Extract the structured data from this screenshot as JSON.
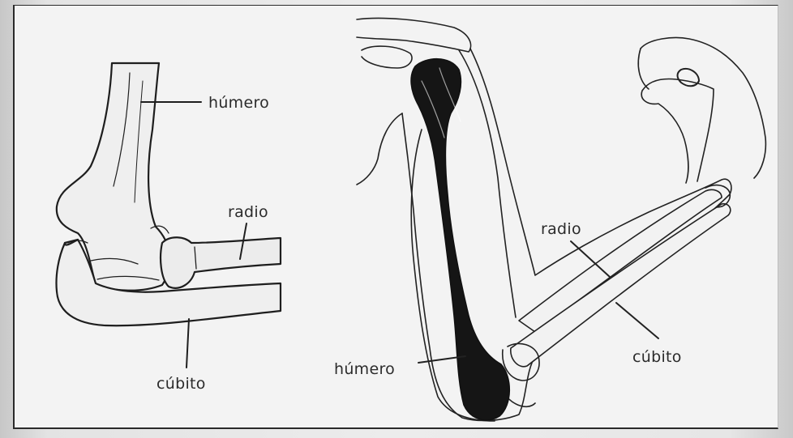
{
  "labels": {
    "left_humerus": "húmero",
    "left_radius": "radio",
    "left_ulna": "cúbito",
    "right_radius": "radio",
    "right_ulna": "cúbito",
    "right_humerus": "húmero"
  }
}
